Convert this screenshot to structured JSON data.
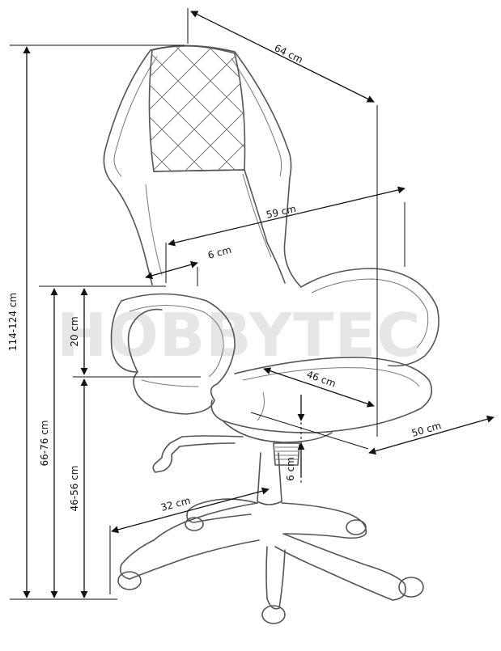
{
  "watermark": "HOBBYTEC",
  "dimensions": {
    "depth": "64 cm",
    "total_height": "114-124 cm",
    "backrest_width": "59 cm",
    "small_gap": "6 cm",
    "armrest_height": "20 cm",
    "seat_depth": "46 cm",
    "arm_height_range": "66-76 cm",
    "seat_height_range": "46-56 cm",
    "width": "50 cm",
    "lift_travel": "6 cm",
    "base_radius": "32 cm"
  }
}
